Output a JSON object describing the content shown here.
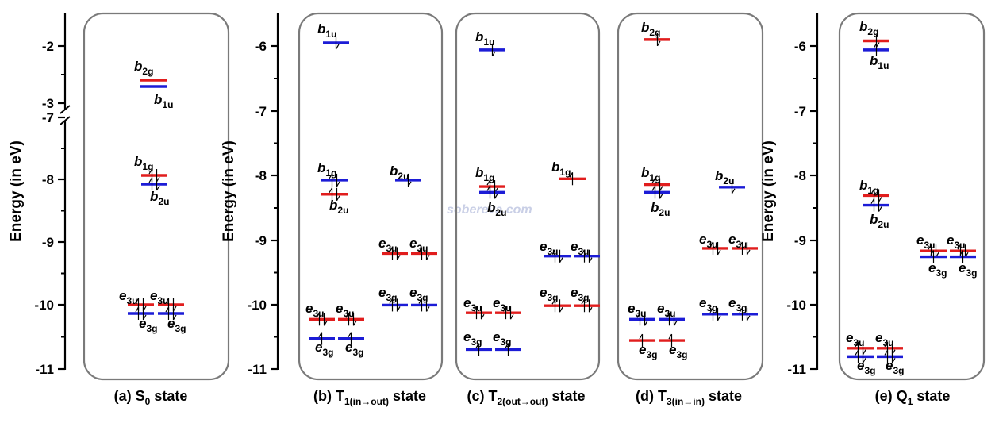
{
  "watermark": "sobereva.com",
  "colors": {
    "red": "#e11d1d",
    "blue": "#1c1cd6",
    "box": "#7a7a7a"
  },
  "y_axis_label": "Energy (in eV)",
  "panels": [
    {
      "caption_pre": "(a) S",
      "caption_sub": "0",
      "caption_post": " state",
      "axis": "broken",
      "labels": [
        "-2",
        "-3",
        "-7",
        "-8",
        "-9",
        "-10",
        "-11"
      ],
      "orbitals": [
        {
          "name": "b",
          "sub": "2g",
          "color": "red"
        },
        {
          "name": "b",
          "sub": "1u",
          "color": "blue"
        },
        {
          "name": "b",
          "sub": "1g",
          "color": "red"
        },
        {
          "name": "b",
          "sub": "2u",
          "color": "blue"
        },
        {
          "name": "e",
          "sub": "3u",
          "color": "red"
        },
        {
          "name": "e",
          "sub": "3u",
          "color": "red"
        },
        {
          "name": "e",
          "sub": "3g",
          "color": "blue"
        },
        {
          "name": "e",
          "sub": "3g",
          "color": "blue"
        }
      ]
    },
    {
      "caption_pre": "(b) T",
      "caption_sub": "1(in→out)",
      "caption_post": " state",
      "axis": "linear",
      "labels": [
        "-6",
        "-7",
        "-8",
        "-9",
        "-10",
        "-11"
      ],
      "orbitals": [
        {
          "name": "b",
          "sub": "1u",
          "color": "blue"
        },
        {
          "name": "b",
          "sub": "1g",
          "color": "blue"
        },
        {
          "name": "b",
          "sub": "2u",
          "color": "red"
        },
        {
          "name": "e",
          "sub": "3u",
          "color": "red"
        },
        {
          "name": "e",
          "sub": "3u",
          "color": "red"
        },
        {
          "name": "e",
          "sub": "3g",
          "color": "blue"
        },
        {
          "name": "e",
          "sub": "3g",
          "color": "blue"
        },
        {
          "name": "b",
          "sub": "2u",
          "color": "blue"
        },
        {
          "name": "e",
          "sub": "3u",
          "color": "red"
        },
        {
          "name": "e",
          "sub": "3u",
          "color": "red"
        },
        {
          "name": "e",
          "sub": "3g",
          "color": "blue"
        },
        {
          "name": "e",
          "sub": "3g",
          "color": "blue"
        }
      ]
    },
    {
      "caption_pre": "(c) T",
      "caption_sub": "2(out→out)",
      "caption_post": " state",
      "axis": "none",
      "labels": [],
      "orbitals": [
        {
          "name": "b",
          "sub": "1u",
          "color": "blue"
        },
        {
          "name": "b",
          "sub": "1g",
          "color": "red"
        },
        {
          "name": "b",
          "sub": "2u",
          "color": "blue"
        },
        {
          "name": "e",
          "sub": "3u",
          "color": "red"
        },
        {
          "name": "e",
          "sub": "3u",
          "color": "red"
        },
        {
          "name": "e",
          "sub": "3g",
          "color": "blue"
        },
        {
          "name": "e",
          "sub": "3g",
          "color": "blue"
        },
        {
          "name": "b",
          "sub": "1g",
          "color": "red"
        },
        {
          "name": "e",
          "sub": "3u",
          "color": "blue"
        },
        {
          "name": "e",
          "sub": "3u",
          "color": "blue"
        },
        {
          "name": "e",
          "sub": "3g",
          "color": "red"
        },
        {
          "name": "e",
          "sub": "3g",
          "color": "red"
        }
      ]
    },
    {
      "caption_pre": "(d) T",
      "caption_sub": "3(in→in)",
      "caption_post": " state",
      "axis": "none",
      "labels": [],
      "orbitals": [
        {
          "name": "b",
          "sub": "2g",
          "color": "red"
        },
        {
          "name": "b",
          "sub": "1g",
          "color": "red"
        },
        {
          "name": "b",
          "sub": "2u",
          "color": "blue"
        },
        {
          "name": "e",
          "sub": "3u",
          "color": "blue"
        },
        {
          "name": "e",
          "sub": "3u",
          "color": "blue"
        },
        {
          "name": "e",
          "sub": "3g",
          "color": "red"
        },
        {
          "name": "e",
          "sub": "3g",
          "color": "red"
        },
        {
          "name": "b",
          "sub": "2u",
          "color": "blue"
        },
        {
          "name": "e",
          "sub": "3u",
          "color": "red"
        },
        {
          "name": "e",
          "sub": "3u",
          "color": "red"
        },
        {
          "name": "e",
          "sub": "3g",
          "color": "blue"
        },
        {
          "name": "e",
          "sub": "3g",
          "color": "blue"
        }
      ]
    },
    {
      "caption_pre": "(e) Q",
      "caption_sub": "1",
      "caption_post": " state",
      "axis": "linear",
      "labels": [
        "-6",
        "-7",
        "-8",
        "-9",
        "-10",
        "-11"
      ],
      "orbitals": [
        {
          "name": "b",
          "sub": "2g",
          "color": "red"
        },
        {
          "name": "b",
          "sub": "1u",
          "color": "blue"
        },
        {
          "name": "b",
          "sub": "1g",
          "color": "red"
        },
        {
          "name": "b",
          "sub": "2u",
          "color": "blue"
        },
        {
          "name": "e",
          "sub": "3u",
          "color": "red"
        },
        {
          "name": "e",
          "sub": "3u",
          "color": "red"
        },
        {
          "name": "e",
          "sub": "3g",
          "color": "blue"
        },
        {
          "name": "e",
          "sub": "3g",
          "color": "blue"
        },
        {
          "name": "e",
          "sub": "3u",
          "color": "red"
        },
        {
          "name": "e",
          "sub": "3u",
          "color": "red"
        },
        {
          "name": "e",
          "sub": "3g",
          "color": "blue"
        },
        {
          "name": "e",
          "sub": "3g",
          "color": "blue"
        }
      ]
    }
  ]
}
